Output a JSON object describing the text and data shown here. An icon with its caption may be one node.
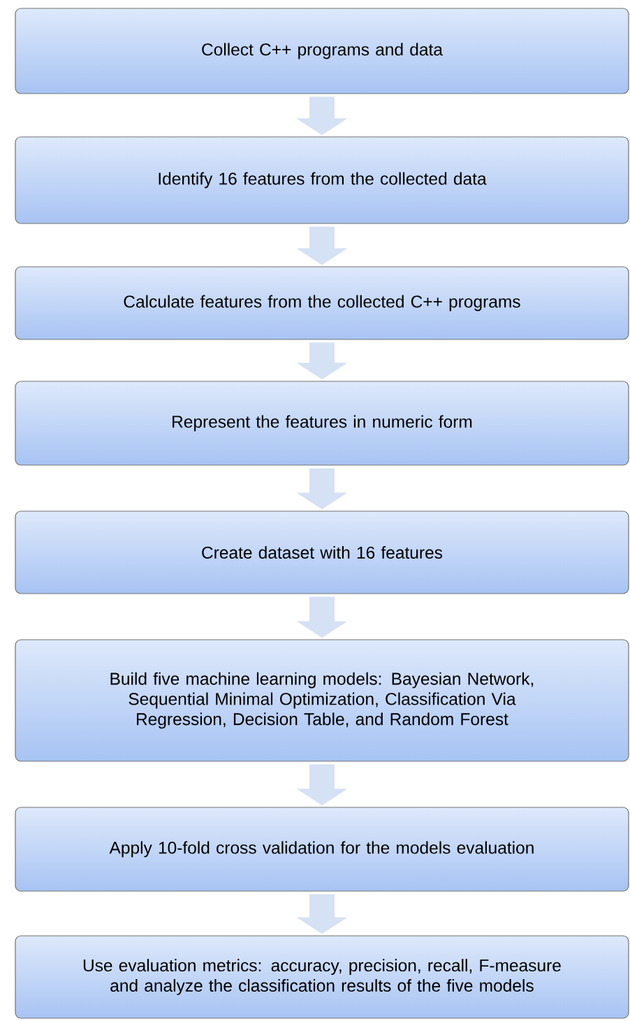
{
  "diagram": {
    "nodes": [
      {
        "text": [
          "Collect C++ programs and data"
        ]
      },
      {
        "text": [
          "Identify 16 features from the collected data"
        ]
      },
      {
        "text": [
          "Calculate features from the collected C++ programs"
        ]
      },
      {
        "text": [
          "Represent the features in numeric form"
        ]
      },
      {
        "text": [
          "Create dataset with 16 features"
        ]
      },
      {
        "text": [
          "Build five machine learning models: Bayesian Network, Sequential Minimal Optimization, Classification Via Regression, Decision Table, and Random Forest"
        ]
      },
      {
        "text": [
          "Apply 10-fold cross validation for the models evaluation"
        ]
      },
      {
        "text": [
          "Use evaluation metrics: accuracy, precision, recall, F-measure and analyze the classification results of the five models"
        ]
      }
    ],
    "edges": [
      {
        "from": 0,
        "to": 1,
        "arrow": "to"
      },
      {
        "from": 1,
        "to": 2,
        "arrow": "to"
      },
      {
        "from": 2,
        "to": 3,
        "arrow": "to"
      },
      {
        "from": 3,
        "to": 4,
        "arrow": "to"
      },
      {
        "from": 4,
        "to": 5,
        "arrow": "to"
      },
      {
        "from": 5,
        "to": 6,
        "arrow": "to"
      },
      {
        "from": 6,
        "to": 7,
        "arrow": "to"
      }
    ]
  }
}
